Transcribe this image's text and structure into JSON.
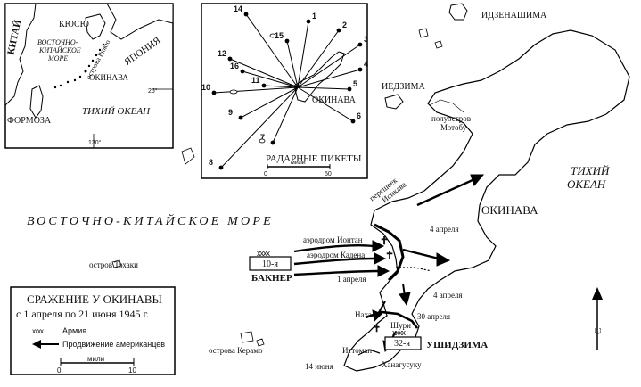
{
  "inset_map": {
    "labels": {
      "china": "КИТАЙ",
      "kyushu": "КЮСЮ",
      "japan": "ЯПОНИЯ",
      "east_china_sea": "ВОСТОЧНО-КИТАЙСКОЕ МОРЕ",
      "ryukyu": "острова Рюкю",
      "okinawa": "ОКИНАВА",
      "formosa": "ФОРМОЗА",
      "pacific": "ТИХИЙ ОКЕАН",
      "lat": "25°",
      "lon": "130°"
    }
  },
  "radar_inset": {
    "title": "РАДАРНЫЕ ПИКЕТЫ",
    "okinawa": "ОКИНАВА",
    "pickets": [
      "1",
      "2",
      "3",
      "4",
      "5",
      "6",
      "7",
      "8",
      "9",
      "10",
      "11",
      "12",
      "14",
      "15",
      "16"
    ],
    "scale": {
      "zero": "0",
      "unit": "мили",
      "max": "50"
    }
  },
  "main_map": {
    "places": {
      "iheya": "ИДЗЕНАШИМА",
      "iejima": "ИЕДЗИМА",
      "motobu": "полуостров Мотобу",
      "pacific": "ТИХИЙ ОКЕАН",
      "east_china_sea": "ВОСТОЧНО-КИТАЙСКОЕ МОРЕ",
      "isthmus": "перешеек Исикава",
      "okinawa": "ОКИНАВА",
      "tokashiki": "остров Тохаки",
      "kerama": "острова Керамо",
      "yontan": "аэродром Ионтан",
      "kadena": "аэродром Кадена",
      "naha": "Наха",
      "shuri": "Шури",
      "itoman": "Иттоман",
      "hanagusuku": "Ханагусуку",
      "ushijima": "УШИДЗИМА",
      "buckner": "БАКНЕР"
    },
    "dates": {
      "apr1": "1 апреля",
      "apr4_north": "4 апреля",
      "apr4_south": "4 апреля",
      "apr30": "30 апреля",
      "jun14": "14 июня"
    },
    "armies": {
      "us": "10-я",
      "jp": "32-я"
    },
    "north_arrow": "С"
  },
  "legend": {
    "title": "СРАЖЕНИЕ У ОКИНАВЫ",
    "subtitle": "с 1 апреля по 21 июня 1945 г.",
    "army": "Армия",
    "advance": "Продвижение американцев",
    "scale": {
      "zero": "0",
      "unit": "мили",
      "max": "10"
    }
  }
}
